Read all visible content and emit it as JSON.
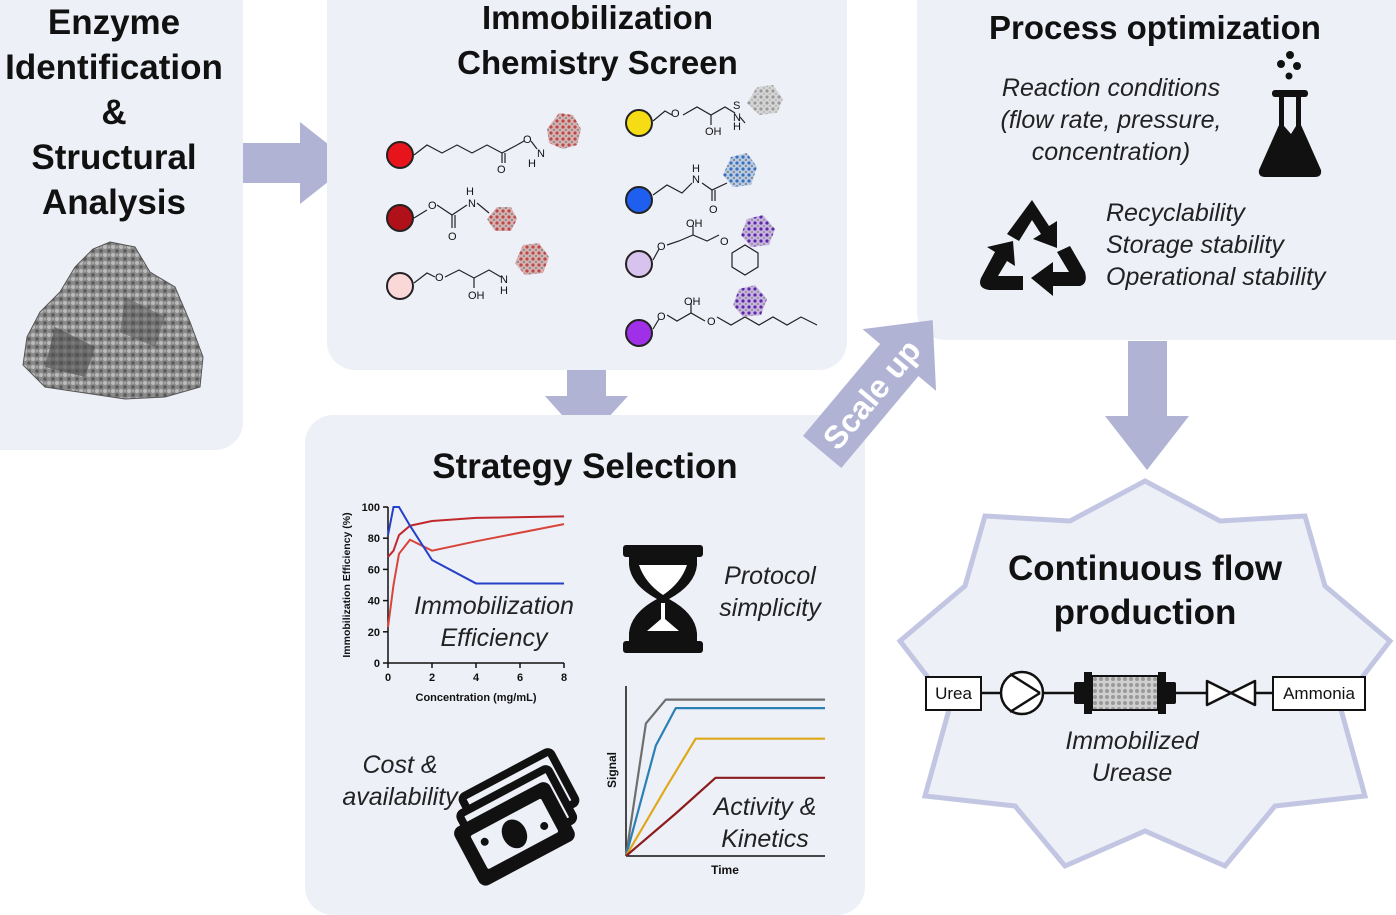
{
  "panels": {
    "enzyme": {
      "title_lines": [
        "Enzyme",
        "Identification",
        "&",
        "Structural",
        "Analysis"
      ]
    },
    "chemistry": {
      "title_lines": [
        "Immobilization",
        "Chemistry Screen"
      ],
      "labels": {
        "o": "O",
        "n": "N",
        "h": "H",
        "oh": "OH",
        "s": "S"
      },
      "beads": [
        {
          "color": "#e8141c"
        },
        {
          "color": "#b01018"
        },
        {
          "color": "#fbd8d8"
        },
        {
          "color": "#f5dc14"
        },
        {
          "color": "#1e5ff0"
        },
        {
          "color": "#d8c2ee"
        },
        {
          "color": "#a030e8"
        }
      ]
    },
    "process": {
      "title": "Process optimization",
      "conditions": [
        "Reaction conditions",
        "(flow rate, pressure,",
        "concentration)"
      ],
      "stability": [
        "Recyclability",
        "Storage stability",
        "Operational stability"
      ]
    },
    "strategy": {
      "title": "Strategy Selection",
      "protocol": [
        "Protocol",
        "simplicity"
      ],
      "cost": [
        "Cost &",
        "availability"
      ],
      "efficiency_label": [
        "Immobilization",
        "Efficiency"
      ],
      "activity_label": [
        "Activity &",
        "Kinetics"
      ]
    },
    "flow": {
      "title_lines": [
        "Continuous flow",
        "production"
      ],
      "inlet": "Urea",
      "outlet": "Ammonia",
      "catalyst": [
        "Immobilized",
        "Urease"
      ]
    }
  },
  "arrows": {
    "scale_up": "Scale up"
  },
  "colors": {
    "panel_bg": "#eef0f8",
    "arrow": "#b0b3d4",
    "star_border": "#c3c6e2"
  },
  "chart_data": [
    {
      "type": "line",
      "ylabel": "Immobilization Efficiency (%)",
      "xlabel": "Concentration (mg/mL)",
      "xlim": [
        0,
        8
      ],
      "ylim": [
        0,
        100
      ],
      "x_ticks": [
        0,
        2,
        4,
        6,
        8
      ],
      "y_ticks": [
        0,
        20,
        40,
        60,
        80,
        100
      ],
      "series": [
        {
          "color": "#c0282c",
          "x": [
            0,
            0.25,
            0.5,
            1,
            2,
            4,
            8
          ],
          "y": [
            68,
            72,
            82,
            88,
            91,
            93,
            94
          ]
        },
        {
          "color": "#d8443a",
          "x": [
            0,
            0.25,
            0.5,
            1,
            2,
            4,
            8
          ],
          "y": [
            23,
            50,
            70,
            79,
            72,
            78,
            89
          ]
        },
        {
          "color": "#2540c8",
          "x": [
            0,
            0.25,
            0.5,
            1,
            2,
            4,
            8
          ],
          "y": [
            82,
            100,
            100,
            88,
            66,
            51,
            51
          ]
        }
      ]
    },
    {
      "type": "line",
      "ylabel": "Signal",
      "xlabel": "Time",
      "xlim": [
        0,
        10
      ],
      "ylim": [
        0,
        100
      ],
      "series": [
        {
          "color": "#6e6e6e",
          "x": [
            0,
            1,
            2,
            10
          ],
          "y": [
            0,
            78,
            92,
            92
          ]
        },
        {
          "color": "#2a7fb5",
          "x": [
            0,
            1.5,
            2.5,
            10
          ],
          "y": [
            0,
            65,
            87,
            87
          ]
        },
        {
          "color": "#e0a818",
          "x": [
            0,
            2,
            3.5,
            10
          ],
          "y": [
            0,
            40,
            69,
            69
          ]
        },
        {
          "color": "#8c1c1c",
          "x": [
            0,
            2.5,
            4.5,
            10
          ],
          "y": [
            0,
            25,
            46,
            46
          ]
        }
      ]
    }
  ]
}
